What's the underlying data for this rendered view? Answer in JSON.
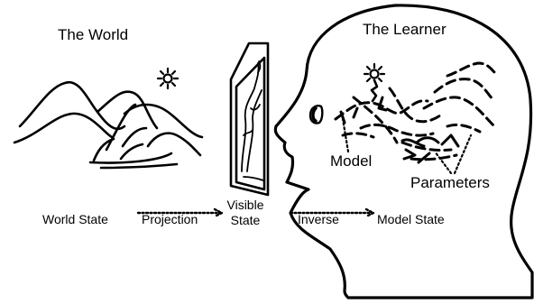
{
  "colors": {
    "ink": "#000000",
    "background": "#ffffff"
  },
  "icons": [
    "sun-icon",
    "world-sun-icon",
    "mountain-landscape",
    "projection-screen",
    "learner-head",
    "learner-eye",
    "mental-model-sketch"
  ],
  "labels": {
    "the_world": "The World",
    "the_learner": "The Learner",
    "model": "Model",
    "parameters": "Parameters",
    "world_state": "World State",
    "projection": "Projection",
    "visible_state_line1": "Visible",
    "visible_state_line2": "State",
    "inverse": "Inverse",
    "model_state": "Model State"
  },
  "pipeline": [
    "World State",
    "Projection",
    "Visible State",
    "Inverse",
    "Model State"
  ]
}
